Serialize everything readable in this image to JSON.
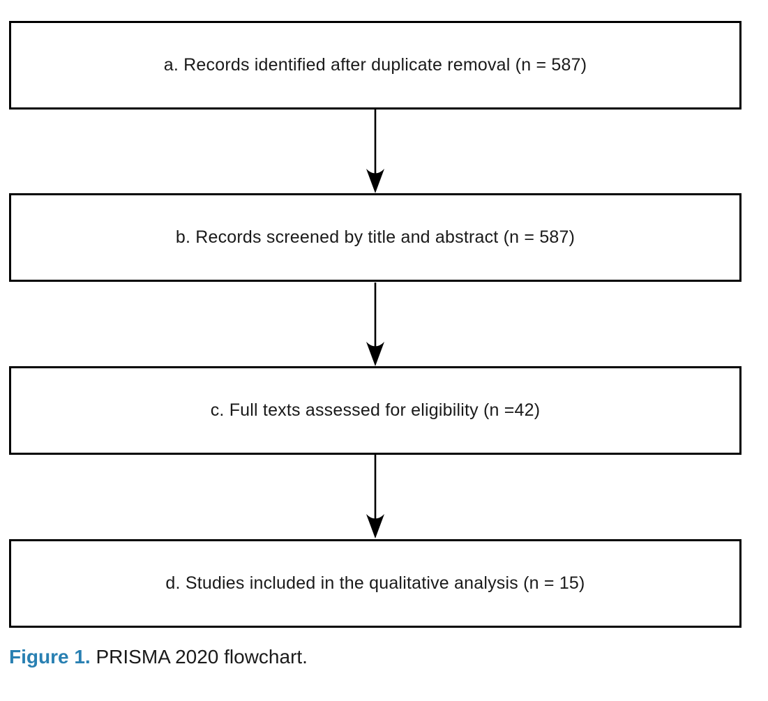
{
  "figure": {
    "type": "flowchart",
    "boxes": [
      {
        "id": "a",
        "text": "a. Records identified after duplicate removal (n = 587)"
      },
      {
        "id": "b",
        "text": "b. Records screened by title and abstract (n = 587)"
      },
      {
        "id": "c",
        "text": "c. Full texts assessed for eligibility (n =42)"
      },
      {
        "id": "d",
        "text": "d. Studies included in the qualitative analysis (n = 15)"
      }
    ],
    "arrows": [
      {
        "from": "a",
        "to": "b"
      },
      {
        "from": "b",
        "to": "c"
      },
      {
        "from": "c",
        "to": "d"
      }
    ],
    "caption": {
      "label": "Figure 1.",
      "text": " PRISMA 2020 flowchart."
    },
    "colors": {
      "box_border": "#000000",
      "box_fill": "#ffffff",
      "text": "#1a1a1a",
      "arrow": "#000000",
      "caption_label": "#2980b2"
    }
  }
}
